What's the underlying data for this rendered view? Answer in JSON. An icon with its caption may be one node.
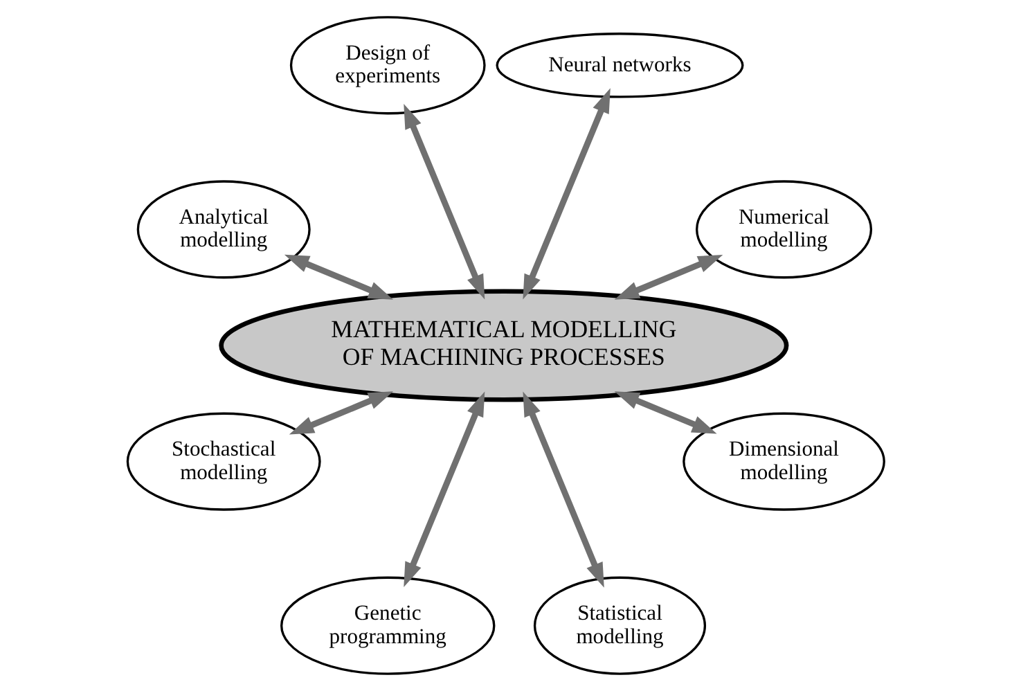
{
  "diagram": {
    "nodes": [
      {
        "text": [
          "MATHEMATICAL MODELLING OF MACHINING PROCESSES"
        ]
      },
      {
        "text": [
          "Numerical modelling"
        ]
      },
      {
        "text": [
          "Neural networks"
        ]
      },
      {
        "text": [
          "Design of experiments"
        ]
      },
      {
        "text": [
          "Analytical modelling"
        ]
      },
      {
        "text": [
          "Stochastical modelling"
        ]
      },
      {
        "text": [
          "Genetic programming"
        ]
      },
      {
        "text": [
          "Statistical modelling"
        ]
      },
      {
        "text": [
          "Dimensional modelling"
        ]
      }
    ],
    "edges": [
      {
        "from": 0,
        "to": 1,
        "arrow": "both"
      },
      {
        "from": 0,
        "to": 2,
        "arrow": "both"
      },
      {
        "from": 0,
        "to": 3,
        "arrow": "both"
      },
      {
        "from": 0,
        "to": 4,
        "arrow": "both"
      },
      {
        "from": 0,
        "to": 5,
        "arrow": "both"
      },
      {
        "from": 0,
        "to": 6,
        "arrow": "both"
      },
      {
        "from": 0,
        "to": 7,
        "arrow": "both"
      },
      {
        "from": 0,
        "to": 8,
        "arrow": "both"
      }
    ]
  }
}
